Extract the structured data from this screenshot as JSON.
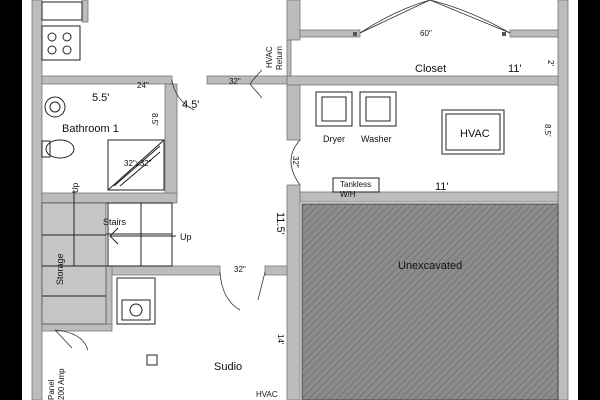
{
  "labels": {
    "bathroom": "Bathroom 1",
    "closet": "Closet",
    "dryer": "Dryer",
    "washer": "Washer",
    "hvac_unit": "HVAC",
    "hvac_return_1": "HVAC",
    "hvac_return_2": "Return",
    "tankless_1": "Tankless",
    "tankless_2": "W/H",
    "unexcavated": "Unexcavated",
    "stairs": "Stairs",
    "up_1": "Up",
    "up_2": "Up",
    "storage": "Storage",
    "studio": "Sudio",
    "hvac_bottom": "HVAC",
    "panel_1": "Panel",
    "panel_2": "200 Amp",
    "shower": "32\"x32\""
  },
  "dimensions": {
    "width_60": "60\"",
    "closet_len": "11'",
    "closet_w": "2'",
    "bath_w": "5.5'",
    "bath_door": "24\"",
    "hall_w": "4.5'",
    "hall_door": "32\"",
    "bath_d": "8.5'",
    "laundry_d": "8.5'",
    "laundry_door": "32\"",
    "laundry_len": "11'",
    "hall_len": "11.5'",
    "studio_door": "32\"",
    "studio_len": "14'"
  },
  "colors": {
    "background": "#000000",
    "floor": "#ffffff",
    "wall": "#bcbcbc",
    "unexcavated_fill": "#8c8c8c",
    "storage_fill": "#c6c6c6"
  }
}
